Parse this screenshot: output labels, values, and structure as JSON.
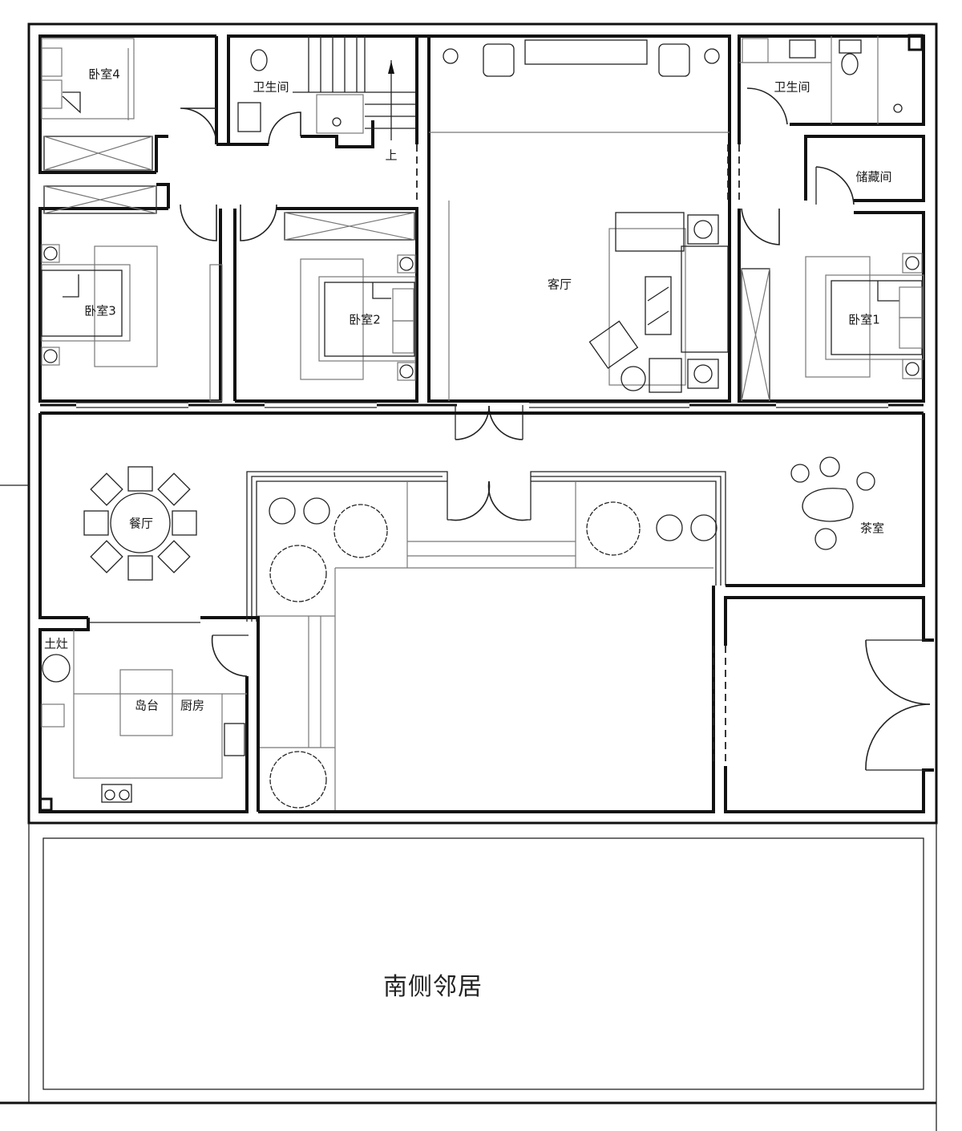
{
  "plan": {
    "rooms": {
      "bedroom4": "卧室4",
      "bathroom_left": "卫生间",
      "stairs_up": "上",
      "bathroom_right": "卫生间",
      "storage": "储藏间",
      "bedroom3": "卧室3",
      "bedroom2": "卧室2",
      "living_room": "客厅",
      "bedroom1": "卧室1",
      "dining_room": "餐厅",
      "tea_room": "茶室",
      "earth_stove": "土灶",
      "island": "岛台",
      "kitchen": "厨房",
      "south_neighbor": "南侧邻居"
    }
  }
}
